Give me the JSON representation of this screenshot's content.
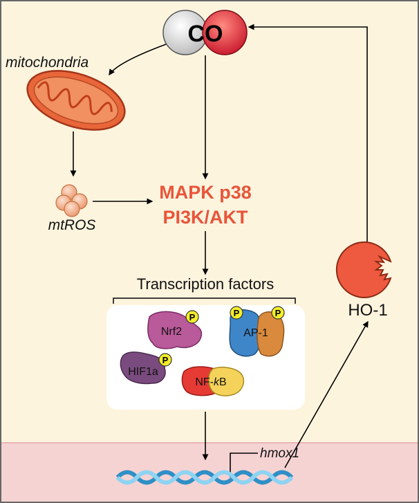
{
  "co_label": "CO",
  "mitochondria_label": "mitochondria",
  "mtros_label": "mtROS",
  "pathway_line1": "MAPK p38",
  "pathway_line2": "PI3K/AKT",
  "tf_heading": "Transcription factors",
  "factors": {
    "nrf2": "Nrf2",
    "ap1": "AP-1",
    "hif1a": "HIF1a",
    "nfkb_prefix": "NF-",
    "nfkb_italic": "k",
    "nfkb_suffix": "B"
  },
  "phospho_label": "P",
  "gene_label": "hmox1",
  "enzyme_label": "HO-1",
  "colors": {
    "background_cream": "#fdf4de",
    "nucleus_pink": "#f6d3d3",
    "pathway_red": "#e8553a",
    "enzyme_red": "#ee5a3f",
    "dna_blue": "#5cb8e6",
    "phospho_yellow": "#f3ee2a"
  }
}
